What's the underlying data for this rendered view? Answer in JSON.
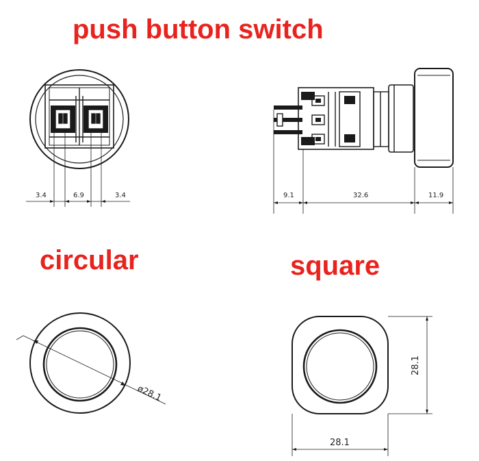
{
  "titles": {
    "main": "push button switch",
    "circular": "circular",
    "square": "square"
  },
  "dimensions": {
    "front_left": "3.4",
    "front_middle": "6.9",
    "front_right": "3.4",
    "side_terminal": "9.1",
    "side_body": "32.6",
    "side_head": "11.9",
    "circular_diameter": "ø28.1",
    "square_width": "28.1",
    "square_height": "28.1"
  },
  "colors": {
    "title": "#e8231e",
    "line": "#1a1a1a"
  }
}
